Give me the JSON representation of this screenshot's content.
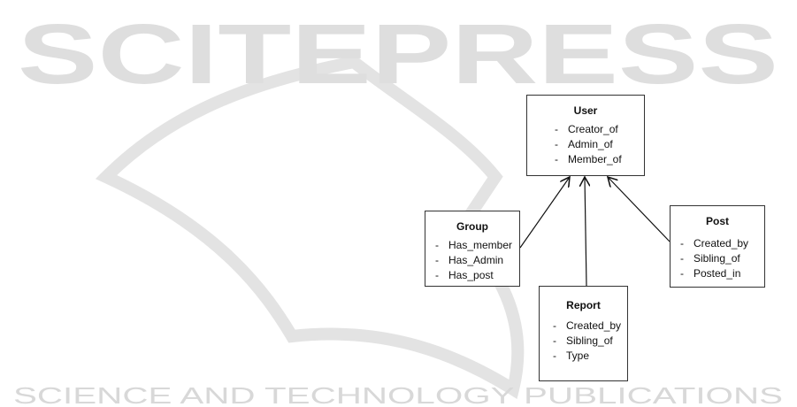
{
  "watermark": {
    "title": "SCITEPRESS",
    "subtitle": "SCIENCE AND TECHNOLOGY PUBLICATIONS"
  },
  "boxes": {
    "user": {
      "title": "User",
      "items": [
        "Creator_of",
        "Admin_of",
        "Member_of"
      ]
    },
    "group": {
      "title": "Group",
      "items": [
        "Has_member",
        "Has_Admin",
        "Has_post"
      ]
    },
    "post": {
      "title": "Post",
      "items": [
        "Created_by",
        "Sibling_of",
        "Posted_in"
      ]
    },
    "report": {
      "title": "Report",
      "items": [
        "Created_by",
        "Sibling_of",
        "Type"
      ]
    }
  },
  "bullet": "-"
}
